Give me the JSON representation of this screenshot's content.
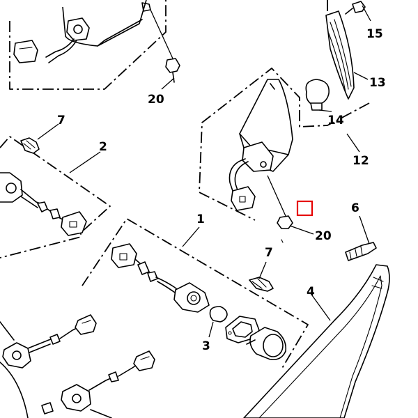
{
  "labels": {
    "p1": "1",
    "p2": "2",
    "p3": "3",
    "p4": "4",
    "p6": "6",
    "p7a": "7",
    "p7b": "7",
    "p12": "12",
    "p13": "13",
    "p14": "14",
    "p15": "15",
    "p20a": "20",
    "p20b": "20"
  },
  "colors": {
    "ink": "#000000",
    "highlight": "#e60000",
    "background": "#ffffff"
  }
}
